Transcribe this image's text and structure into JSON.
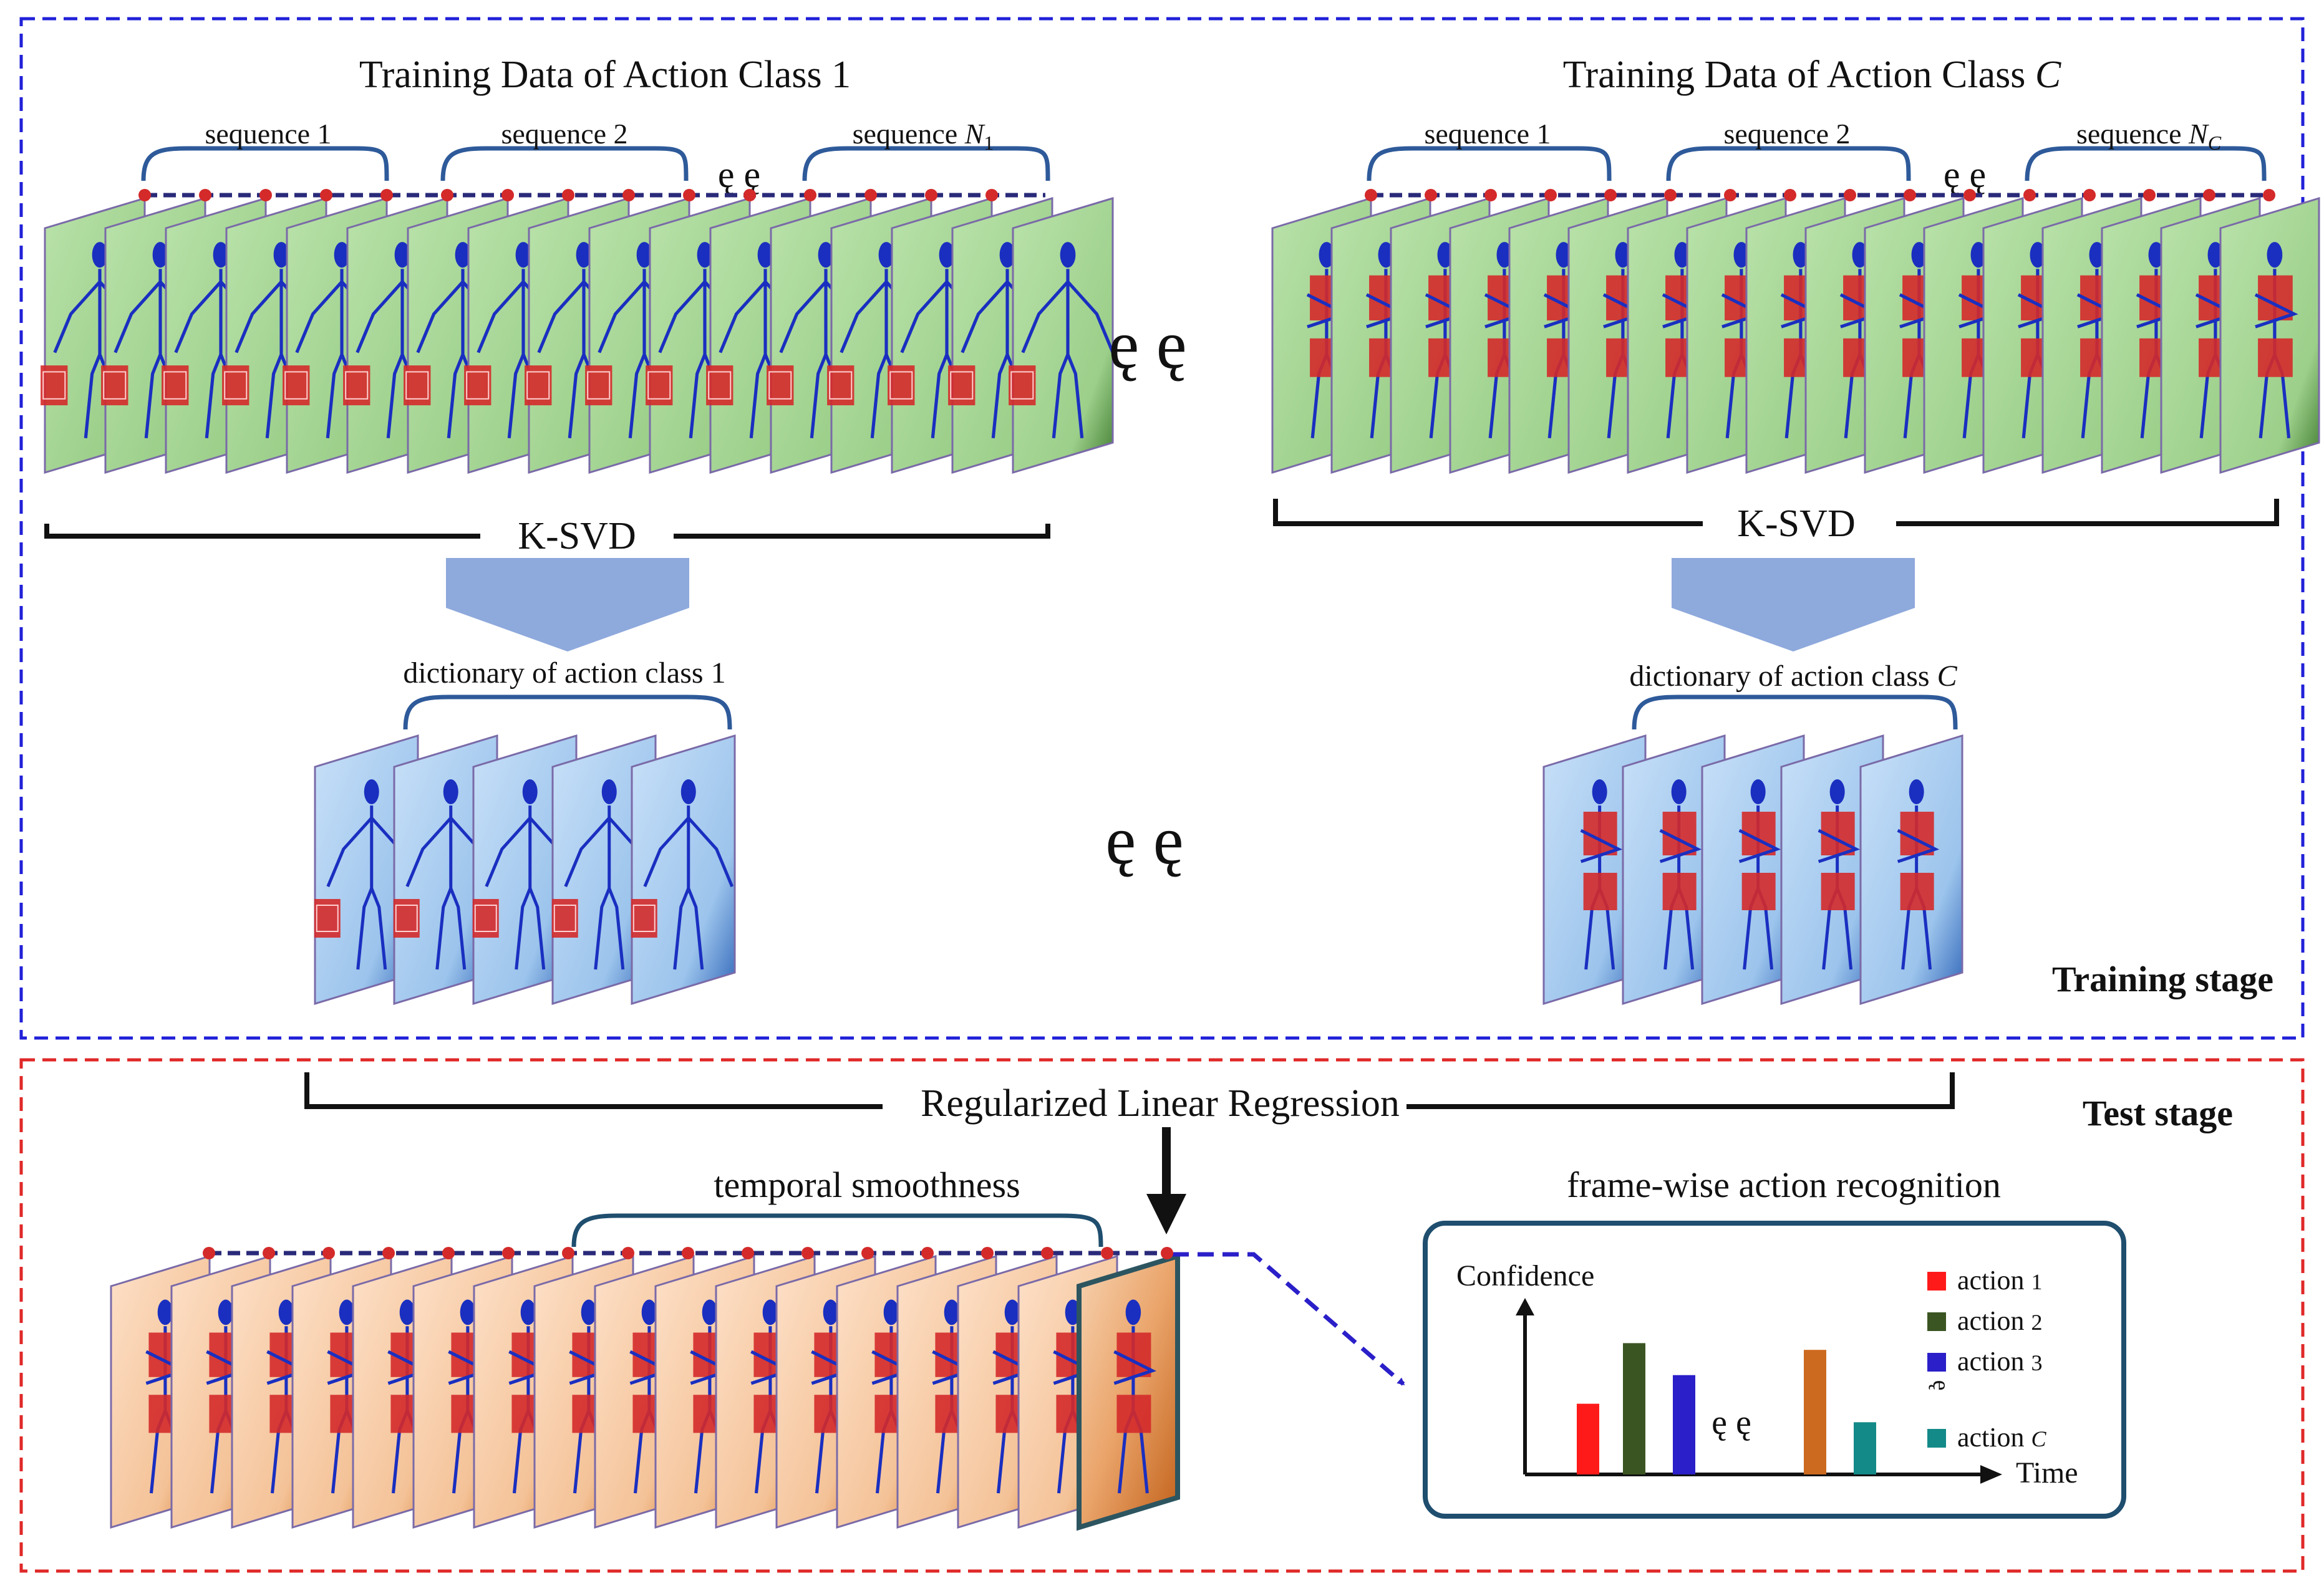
{
  "colors": {
    "training_border": "#2020d8",
    "test_border": "#e02828",
    "frame_green": "#a9d89a",
    "frame_blue": "#a8cdf0",
    "frame_orange": "#f6c59c",
    "stick_figure": "#1a2fc0",
    "joint_red": "#d42a2a",
    "brace_blue": "#2e5a9a",
    "big_arrow": "#8ea9dc",
    "chain_line": "#2a2a7a",
    "bar_red": "#ff1a1a",
    "bar_green": "#3b5522",
    "bar_blue": "#2a1fc8",
    "bar_orange": "#cc6a1f",
    "bar_teal": "#138a88",
    "panel_border": "#1f4e6e"
  },
  "training_stage": {
    "label": "Training stage",
    "class1": {
      "title": "Training Data of Action Class 1",
      "seq1": "sequence 1",
      "seq2": "sequence 2",
      "seqN_prefix": "sequence ",
      "seqN_var": "N",
      "seqN_sub": "1",
      "ellipsis": "ę ę",
      "ksvd": "K-SVD",
      "dictionary": "dictionary of action class 1"
    },
    "classC": {
      "title_prefix": "Training Data of Action Class ",
      "title_var": "C",
      "seq1": "sequence 1",
      "seq2": "sequence 2",
      "seqN_prefix": "sequence ",
      "seqN_var": "N",
      "seqN_sub": "C",
      "ellipsis": "ę ę",
      "ksvd": "K-SVD",
      "dictionary_prefix": "dictionary of action class ",
      "dictionary_var": "C"
    },
    "middle_ellipsis_top": "ę ę",
    "middle_ellipsis_bottom": "ę ę"
  },
  "test_stage": {
    "label": "Test stage",
    "regression": "Regularized Linear Regression",
    "temporal": "temporal smoothness",
    "recognition_title": "frame-wise action recognition",
    "chart": {
      "ylabel": "Confidence",
      "xlabel": "Time",
      "between_ellipsis": "ę ę",
      "legend_ellipsis": "ę",
      "legend": [
        {
          "prefix": "action ",
          "id": "1"
        },
        {
          "prefix": "action ",
          "id": "2"
        },
        {
          "prefix": "action ",
          "id": "3"
        },
        {
          "prefix": "action ",
          "id": "C"
        }
      ]
    }
  },
  "chart_data": {
    "type": "bar",
    "xlabel": "Time",
    "ylabel": "Confidence",
    "series": [
      {
        "name": "action 1",
        "values": [
          0.42
        ]
      },
      {
        "name": "action 2",
        "values": [
          0.78
        ]
      },
      {
        "name": "action 3",
        "values": [
          0.59
        ]
      },
      {
        "name": "action C",
        "values": [
          0.31
        ]
      }
    ],
    "bars": [
      {
        "series": "action 1",
        "value": 0.42
      },
      {
        "series": "action 2",
        "value": 0.78
      },
      {
        "series": "action 3",
        "value": 0.59
      },
      {
        "series": "gap",
        "value": 0
      },
      {
        "series": "unlabeled",
        "value": 0.74
      },
      {
        "series": "action C",
        "value": 0.31
      }
    ],
    "ylim": [
      0,
      1
    ],
    "grid": false,
    "legend": "right"
  }
}
